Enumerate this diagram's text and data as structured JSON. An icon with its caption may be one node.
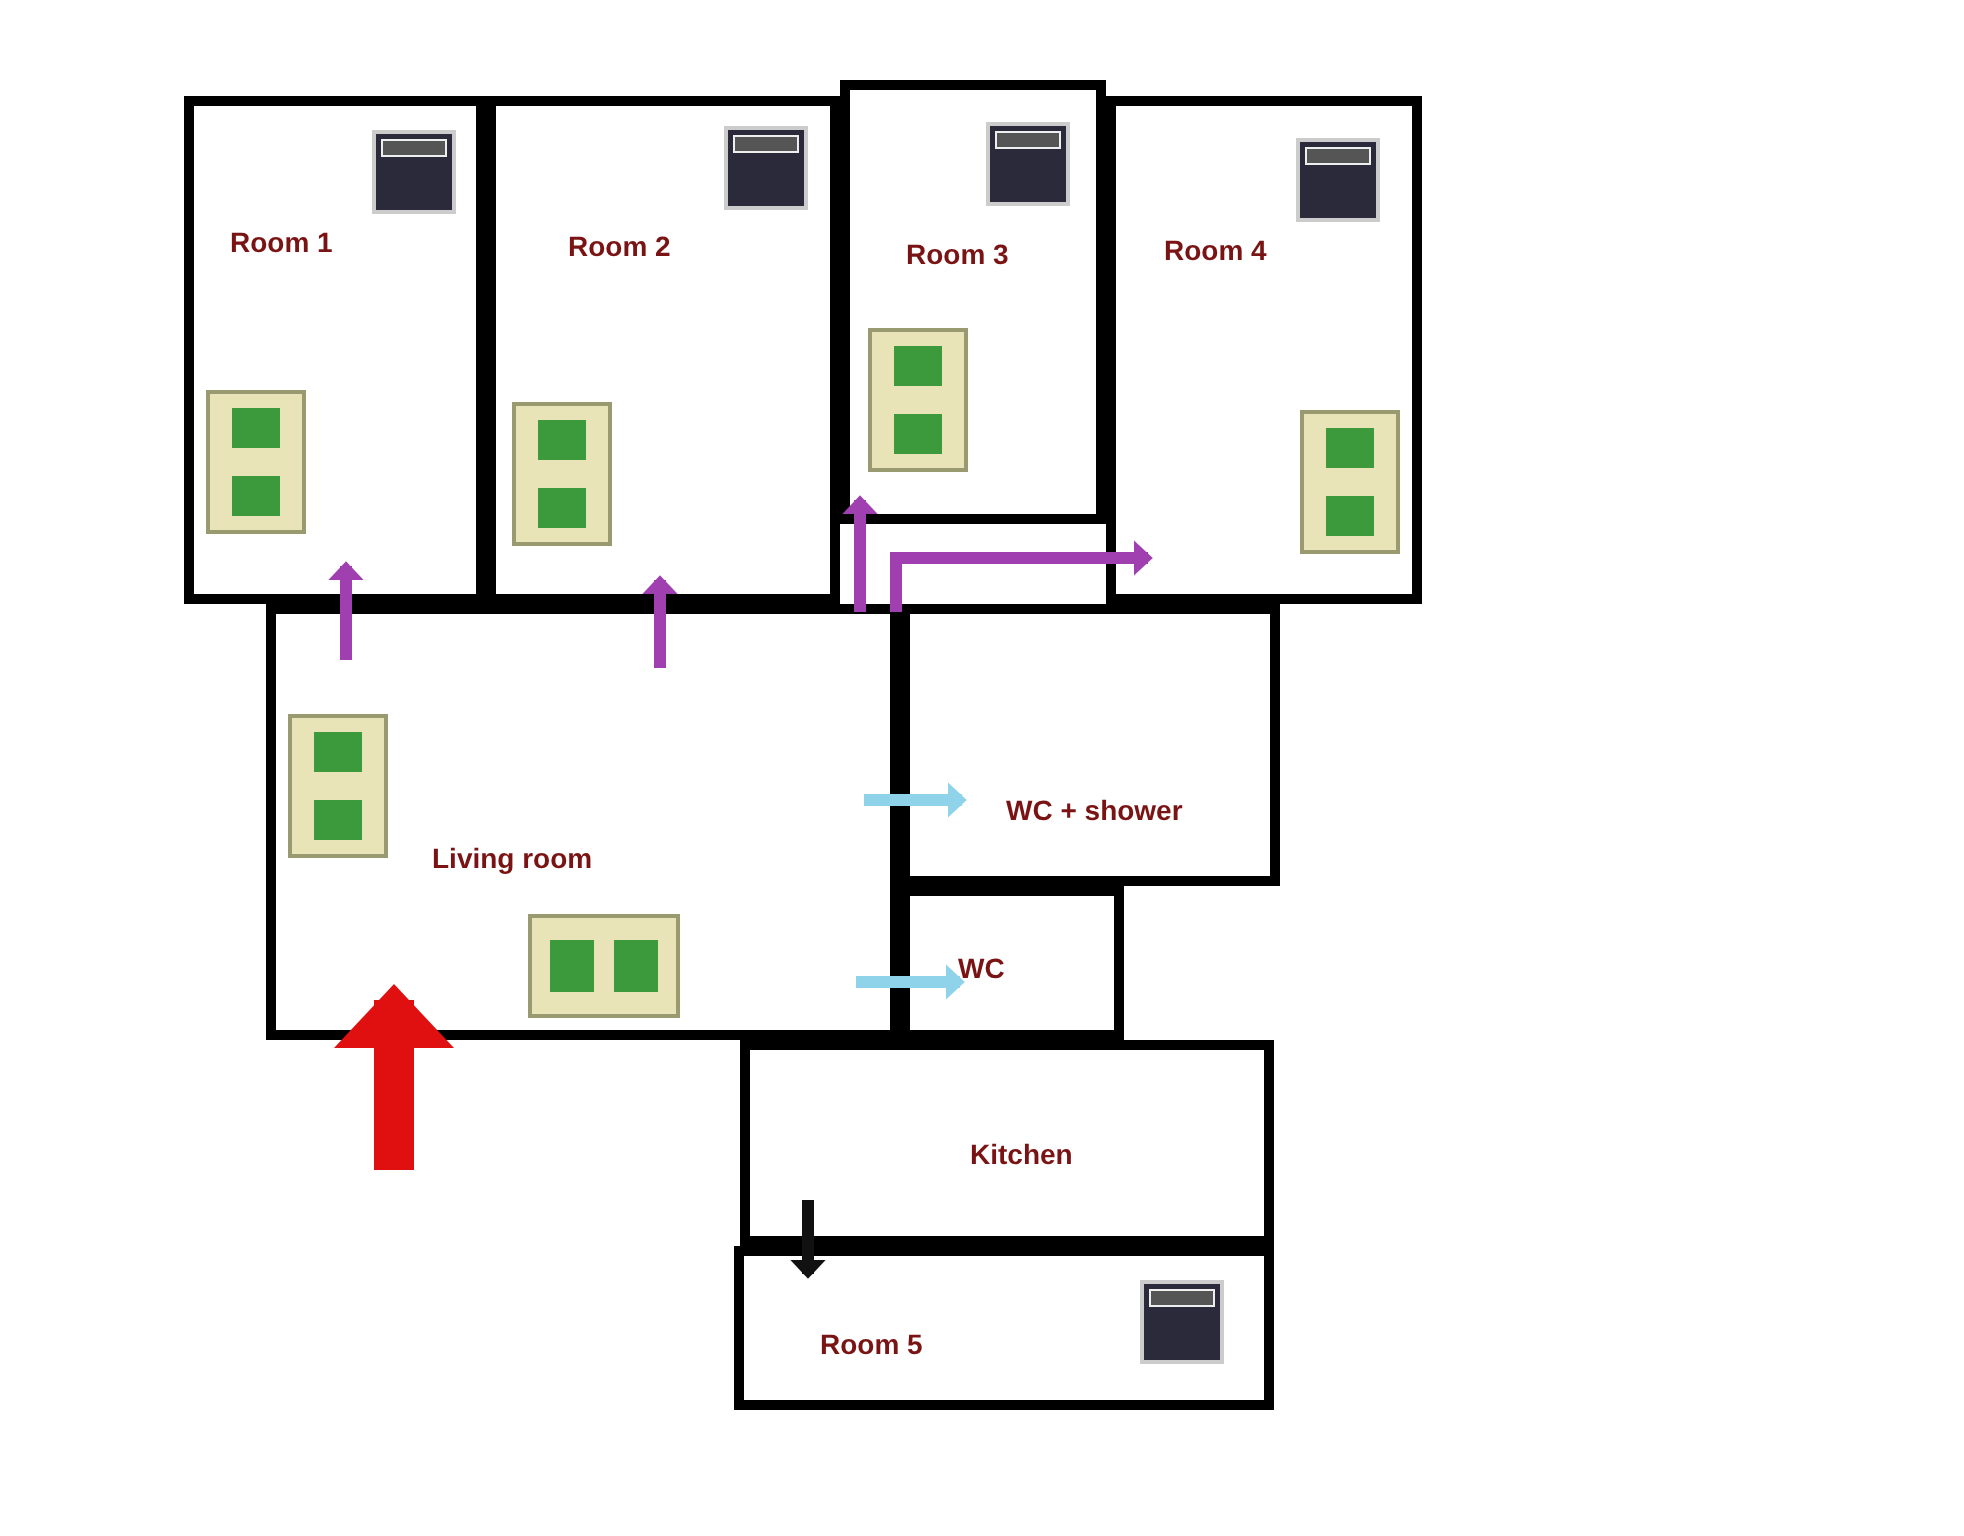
{
  "diagram": {
    "nodes": [
      {
        "text": [
          "Room 1"
        ]
      },
      {
        "text": [
          "Room 2"
        ]
      },
      {
        "text": [
          "Room 3"
        ]
      },
      {
        "text": [
          "Room 4"
        ]
      },
      {
        "text": [
          "Living room"
        ]
      },
      {
        "text": [
          "WC + shower"
        ]
      },
      {
        "text": [
          "WC"
        ]
      },
      {
        "text": [
          "Kitchen"
        ]
      },
      {
        "text": [
          "Room 5"
        ]
      }
    ],
    "edges": [
      {
        "from": 4,
        "to": 0,
        "arrow": "to"
      },
      {
        "from": 4,
        "to": 1,
        "arrow": "to"
      },
      {
        "from": 4,
        "to": 2,
        "arrow": "to"
      },
      {
        "from": 4,
        "to": 3,
        "arrow": "to"
      },
      {
        "from": 4,
        "to": 5,
        "arrow": "to",
        "color": "#8fd3ea"
      },
      {
        "from": 4,
        "to": 6,
        "arrow": "to",
        "color": "#8fd3ea"
      },
      {
        "from": 7,
        "to": 8,
        "arrow": "to",
        "color": "#111111"
      },
      {
        "from": null,
        "to": 4,
        "arrow": "to",
        "color": "#e01010",
        "style": "thick"
      }
    ]
  }
}
